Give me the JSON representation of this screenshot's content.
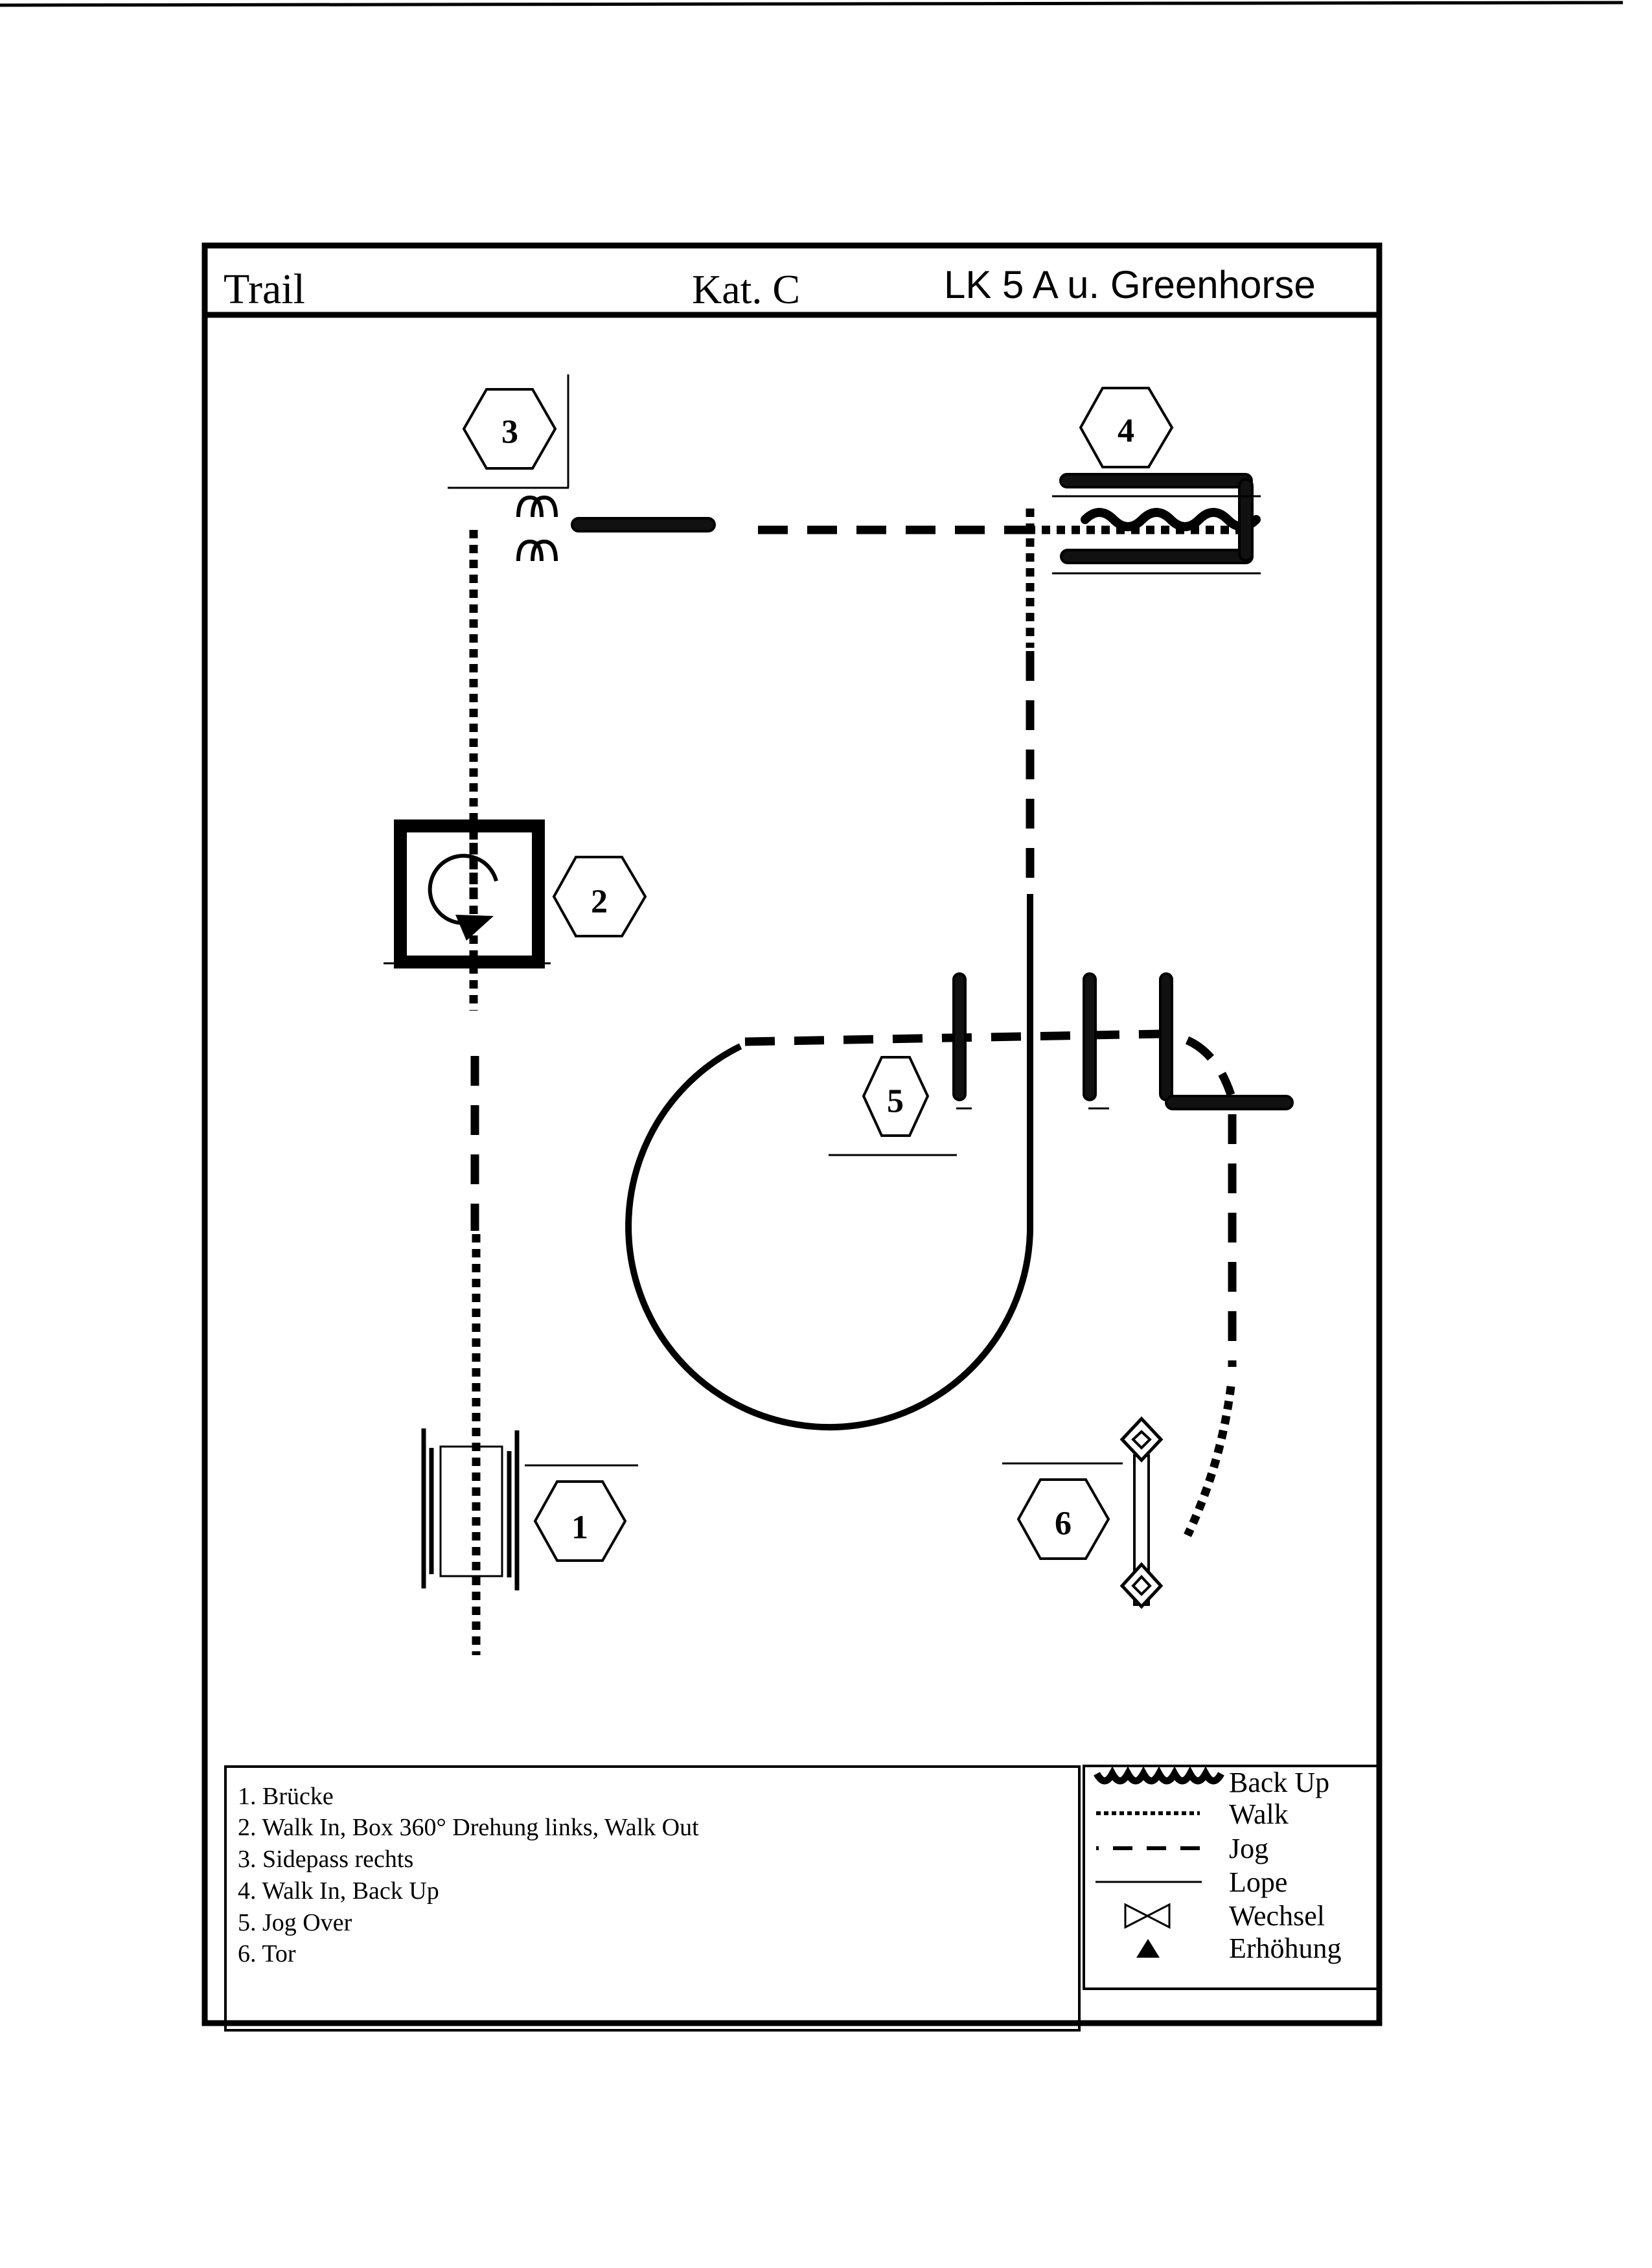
{
  "header": {
    "title": "Trail",
    "category": "Kat. C",
    "class": "LK 5 A u. Greenhorse"
  },
  "obstacles": [
    {
      "number": "1",
      "name": "Brücke",
      "icon": "bridge-icon"
    },
    {
      "number": "2",
      "name": "Box",
      "icon": "box-icon"
    },
    {
      "number": "3",
      "name": "Sidepass",
      "icon": "sidepass-pole-icon"
    },
    {
      "number": "4",
      "name": "Back Up",
      "icon": "backup-chute-icon"
    },
    {
      "number": "5",
      "name": "Jog Over",
      "icon": "ground-poles-icon"
    },
    {
      "number": "6",
      "name": "Tor",
      "icon": "gate-icon"
    }
  ],
  "description": {
    "items": [
      "1. Brücke",
      "2. Walk In, Box 360° Drehung links, Walk Out",
      "3. Sidepass rechts",
      "4. Walk In, Back Up",
      "5. Jog Over",
      "6. Tor"
    ]
  },
  "legend": {
    "items": [
      {
        "label": "Back Up",
        "icon": "wavy-line-icon"
      },
      {
        "label": "Walk",
        "icon": "dotted-line-icon"
      },
      {
        "label": "Jog",
        "icon": "dashed-line-icon"
      },
      {
        "label": "Lope",
        "icon": "solid-line-icon"
      },
      {
        "label": "Wechsel",
        "icon": "bowtie-icon"
      },
      {
        "label": "Erhöhung",
        "icon": "triangle-icon"
      }
    ]
  },
  "colors": {
    "ink": "#000000",
    "paper": "#ffffff"
  }
}
